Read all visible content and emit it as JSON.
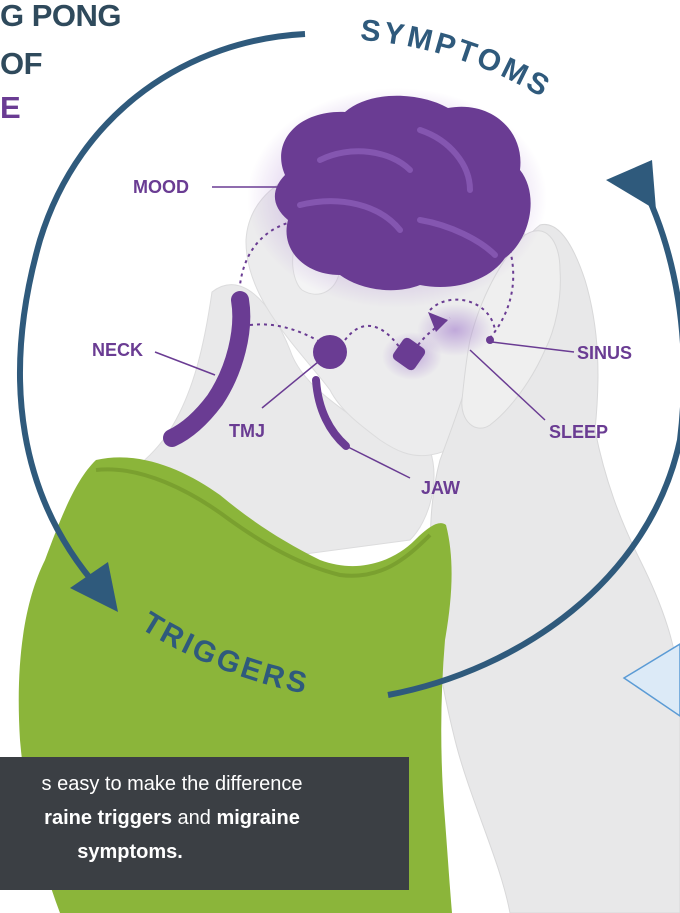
{
  "title": {
    "line1": "G PONG",
    "line2": "OF",
    "line3": "E"
  },
  "cycle": {
    "top_label": "SYMPTOMS",
    "bottom_label": "TRIGGERS"
  },
  "regions": {
    "mood": "MOOD",
    "neck": "NECK",
    "tmj": "TMJ",
    "jaw": "JAW",
    "sinus": "SINUS",
    "sleep": "SLEEP"
  },
  "caption": {
    "line1": "s easy to make the difference",
    "line2_bold1": "raine triggers",
    "line2_mid": " and ",
    "line2_bold2": "migraine",
    "line3": "symptoms."
  },
  "colors": {
    "purple": "#6a3c93",
    "arrow_blue": "#2f5a7c",
    "shirt_green": "#8bb53a",
    "skin_gray": "#e9e9ea",
    "caption_bg": "#3b3f44",
    "callout_fill": "#dceaf7"
  }
}
